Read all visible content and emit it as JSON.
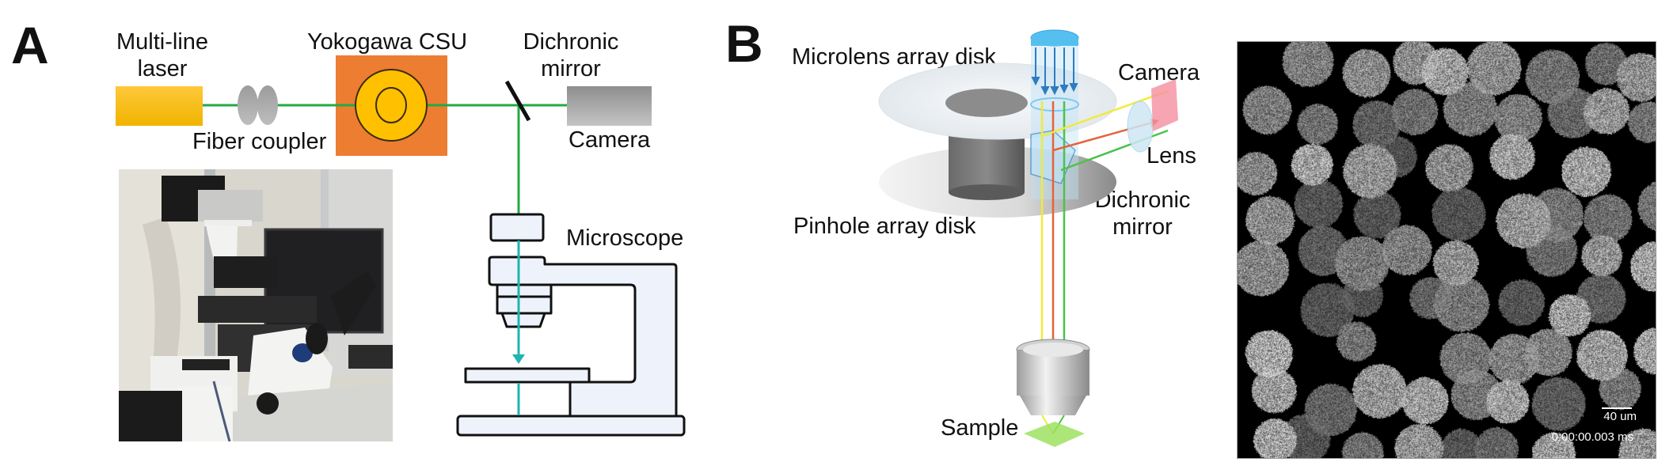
{
  "figure": {
    "panel_a": {
      "letter": "A",
      "labels": {
        "laser": [
          "Multi-line",
          "laser"
        ],
        "csu": "Yokogawa CSU",
        "dichroic": [
          "Dichronic",
          "mirror"
        ],
        "fiber_coupler": "Fiber coupler",
        "camera": "Camera",
        "microscope": "Microscope"
      },
      "colors": {
        "laser": "#f5b800",
        "csu_box": "#ec7d31",
        "csu_disk": "#ffc000",
        "beam": "#22aa44",
        "beam_down": "#1fb5b0",
        "coupler": "#a6a6a6",
        "camera": "#a0a0a0",
        "microscope_fill": "#eef3fb"
      }
    },
    "panel_b": {
      "letter": "B",
      "labels": {
        "microlens": "Microlens array disk",
        "pinhole": "Pinhole array disk",
        "camera": "Camera",
        "lens": "Lens",
        "dichroic": [
          "Dichronic",
          "mirror"
        ],
        "sample": "Sample"
      },
      "colors": {
        "incident_light": "#3aa0e0",
        "ray_yellow": "#f2ea3a",
        "ray_red": "#e8623a",
        "ray_green": "#4cc24a",
        "camera_sensor": "#f58fa0",
        "sample_plate": "#9ee060"
      }
    },
    "micrograph": {
      "scale_bar": "40 um",
      "timestamp": "0:00:00.003 ms"
    }
  }
}
